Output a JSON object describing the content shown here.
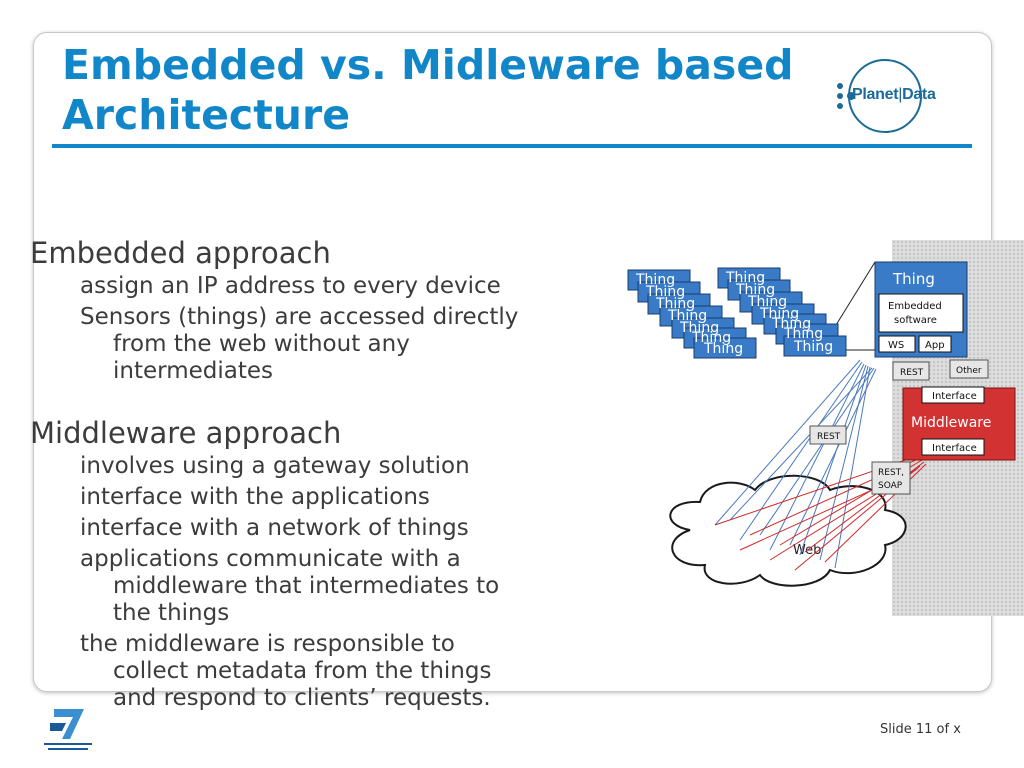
{
  "slide": {
    "title_line1": "Embedded vs. Midleware based",
    "title_line2": "Architecture",
    "logo_text_left": "Planet",
    "logo_text_right": "Data",
    "footer": "Slide 11 of x",
    "accent_color": "#1186c8"
  },
  "content": {
    "embedded_heading": "Embedded approach",
    "embedded_items": [
      {
        "line1": "assign an IP address to every device",
        "line2": ""
      },
      {
        "line1": "Sensors (things) are accessed directly",
        "line2": "from the web without any",
        "line3": "intermediates"
      }
    ],
    "middleware_heading": "Middleware approach",
    "middleware_items": [
      {
        "line1": "involves using a gateway solution"
      },
      {
        "line1": "interface with the applications"
      },
      {
        "line1": "interface with a network of things"
      },
      {
        "line1": "applications communicate with a",
        "line2": "middleware that intermediates to",
        "line3": "the things"
      },
      {
        "line1": "the middleware is responsible to",
        "line2": "collect metadata from the things",
        "line3": "and respond to clients’ requests."
      }
    ]
  },
  "diagram": {
    "thing_label": "Thing",
    "embedded_software": "Embedded software",
    "embedded_software_l1": "Embedded",
    "embedded_software_l2": "software",
    "ws": "WS",
    "app": "App",
    "rest": "REST",
    "other": "Other",
    "interface": "Interface",
    "middleware": "Middleware",
    "rest_soap_l1": "REST,",
    "rest_soap_l2": "SOAP",
    "web": "Web",
    "thing_color": "#3a7bc8",
    "middleware_color": "#d23232"
  }
}
